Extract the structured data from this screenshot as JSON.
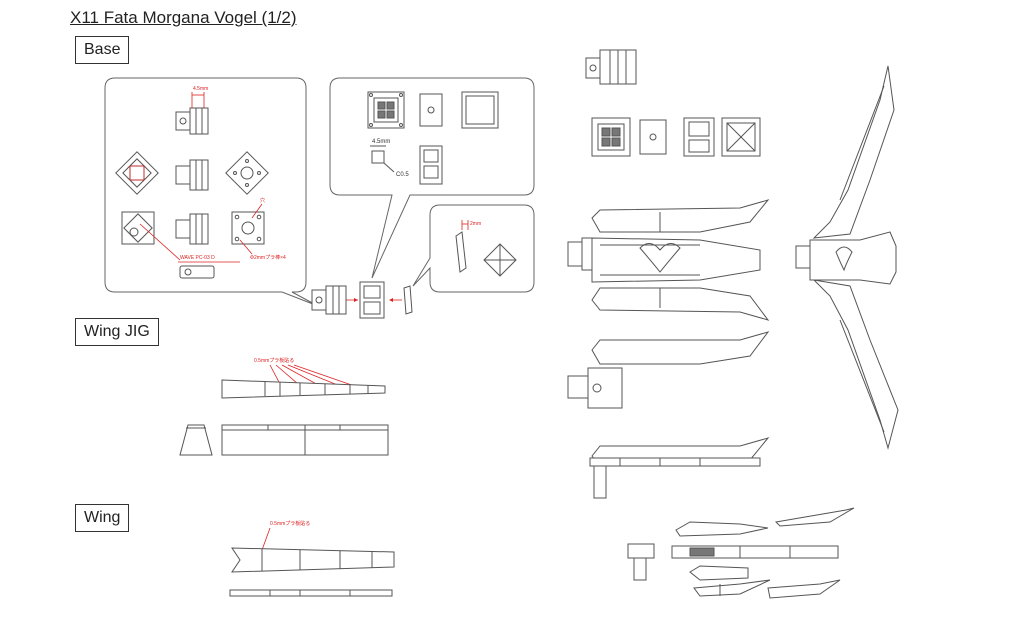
{
  "title": "X11 Fata Morgana Vogel (1/2)",
  "sections": {
    "base": "Base",
    "wing_jig": "Wing JIG",
    "wing": "Wing"
  },
  "annotations": {
    "dim_4_5mm_small": "4.5mm",
    "wave_part": "WAVE PC-03 D",
    "pin_note": "Φ2mmプラ棒×4",
    "hole_note": "穴",
    "dim_4_5mm": "4.5mm",
    "chamfer": "C0.5",
    "dim_2mm": "2mm",
    "jig_note": "0.5mmプラ板貼る",
    "wing_note": "0.5mmプラ板貼る"
  }
}
